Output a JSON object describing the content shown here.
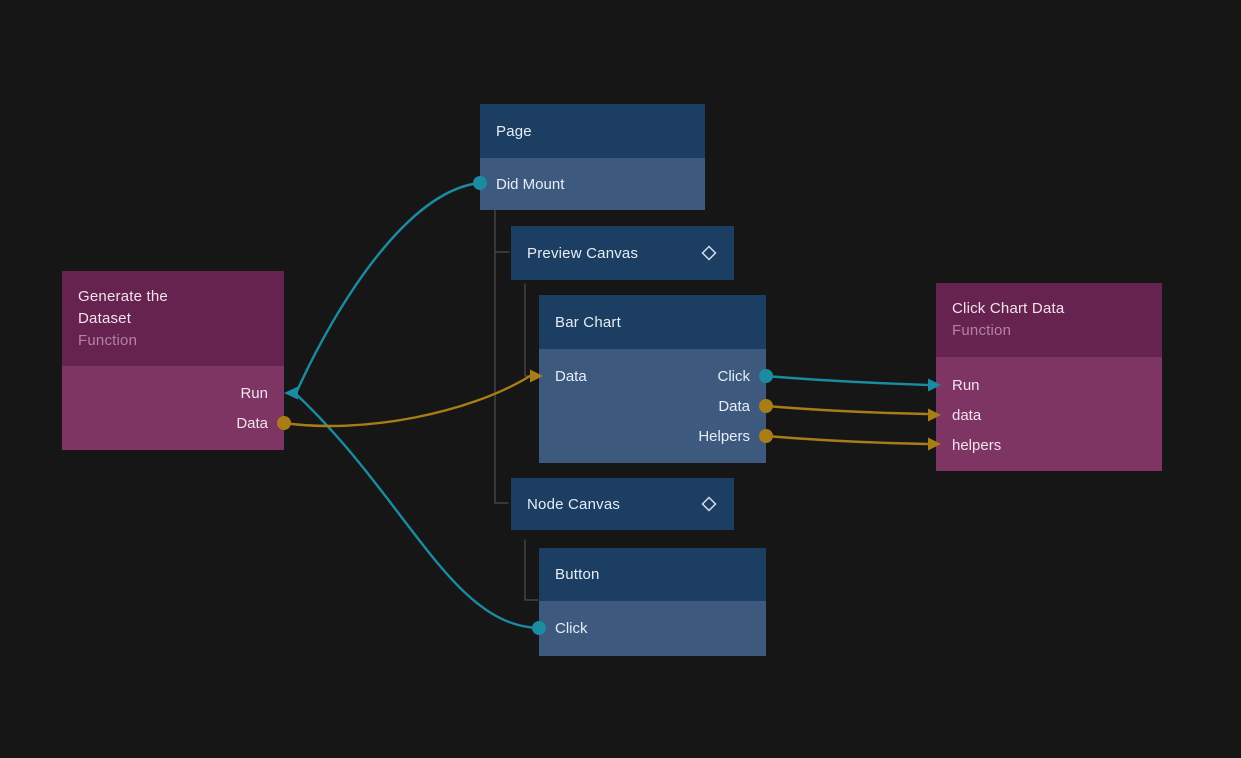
{
  "colors": {
    "background": "#161616",
    "component_header_blue": "#1c3e63",
    "component_body_blue": "#3d5a7e",
    "function_header_purple": "#67234f",
    "function_body_purple": "#7e3563",
    "signal_wire_teal": "#1a8ba0",
    "data_wire_gold": "#a87d15",
    "hierarchy_line_gray": "#4e4e4e"
  },
  "nodes": {
    "page": {
      "title": "Page",
      "ports": [
        {
          "label": "Did Mount"
        }
      ]
    },
    "preview_canvas": {
      "title": "Preview Canvas",
      "icon": "diamond"
    },
    "bar_chart": {
      "title": "Bar Chart",
      "inputs": [
        {
          "label": "Data"
        }
      ],
      "outputs": [
        {
          "label": "Click"
        },
        {
          "label": "Data"
        },
        {
          "label": "Helpers"
        }
      ]
    },
    "node_canvas": {
      "title": "Node Canvas",
      "icon": "diamond"
    },
    "button": {
      "title": "Button",
      "ports": [
        {
          "label": "Click"
        }
      ]
    },
    "generate_dataset": {
      "title": "Generate the Dataset",
      "subtitle": "Function",
      "outputs": [
        {
          "label": "Run"
        },
        {
          "label": "Data"
        }
      ]
    },
    "click_chart_data": {
      "title": "Click Chart Data",
      "subtitle": "Function",
      "inputs": [
        {
          "label": "Run"
        },
        {
          "label": "data"
        },
        {
          "label": "helpers"
        }
      ]
    }
  },
  "connections": [
    {
      "from": "Page.Did Mount",
      "to": "Generate the Dataset.Run",
      "kind": "signal"
    },
    {
      "from": "Button.Click",
      "to": "Generate the Dataset.Run",
      "kind": "signal"
    },
    {
      "from": "Generate the Dataset.Data",
      "to": "Bar Chart.Data",
      "kind": "data"
    },
    {
      "from": "Bar Chart.Click",
      "to": "Click Chart Data.Run",
      "kind": "signal"
    },
    {
      "from": "Bar Chart.Data",
      "to": "Click Chart Data.data",
      "kind": "data"
    },
    {
      "from": "Bar Chart.Helpers",
      "to": "Click Chart Data.helpers",
      "kind": "data"
    }
  ],
  "hierarchy": [
    {
      "parent": "Page",
      "children": [
        "Preview Canvas",
        "Node Canvas"
      ]
    },
    {
      "parent": "Preview Canvas",
      "children": [
        "Bar Chart"
      ]
    },
    {
      "parent": "Node Canvas",
      "children": [
        "Button"
      ]
    }
  ]
}
